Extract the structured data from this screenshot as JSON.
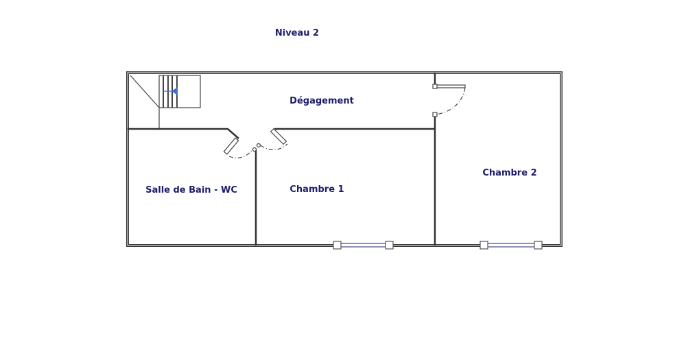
{
  "title": "Niveau 2",
  "rooms": {
    "degagement": "Dégagement",
    "salle_de_bain": "Salle de Bain - WC",
    "chambre1": "Chambre 1",
    "chambre2": "Chambre 2"
  },
  "colors": {
    "text": "#1c1c6b",
    "wall": "#3a3a3a",
    "window": "#4a4a9a",
    "stair_arrow": "#3b6fd6"
  }
}
